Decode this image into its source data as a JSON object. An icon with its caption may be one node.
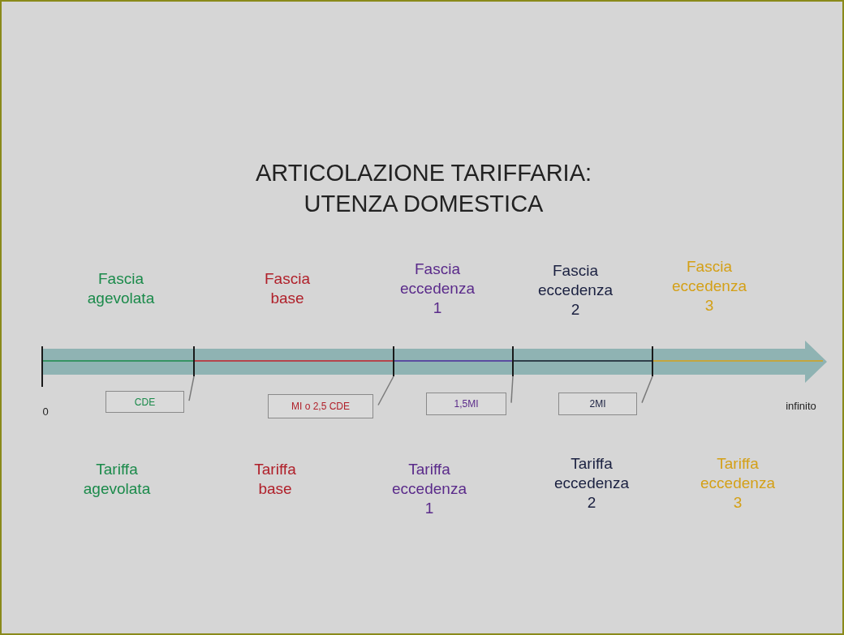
{
  "diagram": {
    "title": "ARTICOLAZIONE TARIFFARIA: UTENZA DOMESTICA",
    "nodes": [
      {
        "text": [],
        "shape": "bar"
      },
      {
        "text": [],
        "shape": "bar"
      },
      {
        "text": [],
        "shape": "bar"
      },
      {
        "text": [],
        "shape": "bar"
      },
      {
        "text": [],
        "shape": "bar"
      },
      {
        "text": [
          "CDE"
        ]
      },
      {
        "text": [
          "MI o 2,5 CDE"
        ]
      },
      {
        "text": [
          "1,5MI"
        ]
      },
      {
        "text": [
          "2MI"
        ]
      }
    ],
    "edges": [
      {
        "from": 0,
        "to": 1,
        "arrow": "none",
        "color": "#1a8a4a"
      },
      {
        "from": 1,
        "to": 2,
        "arrow": "none",
        "color": "#c0202a"
      },
      {
        "from": 2,
        "to": 3,
        "arrow": "none",
        "color": "#4a2a9a"
      },
      {
        "from": 3,
        "to": 4,
        "arrow": "none",
        "color": "#101828"
      },
      {
        "from": 4,
        "to": null,
        "arrow": "none",
        "color": "#d4a017"
      },
      {
        "from": 5,
        "to": 1,
        "arrow": "none"
      },
      {
        "from": 6,
        "to": 2,
        "arrow": "none"
      },
      {
        "from": 7,
        "to": 3,
        "arrow": "none"
      },
      {
        "from": 8,
        "to": 4,
        "arrow": "none"
      }
    ],
    "labels": [
      "Fascia agevolata",
      "Fascia base",
      "Fascia eccedenza 1",
      "Fascia eccedenza 2",
      "Fascia eccedenza 3",
      "0",
      "infinito",
      "Tariffa agevolata",
      "Tariffa base",
      "Tariffa eccedenza 1",
      "Tariffa eccedenza 2",
      "Tariffa eccedenza 3"
    ]
  }
}
